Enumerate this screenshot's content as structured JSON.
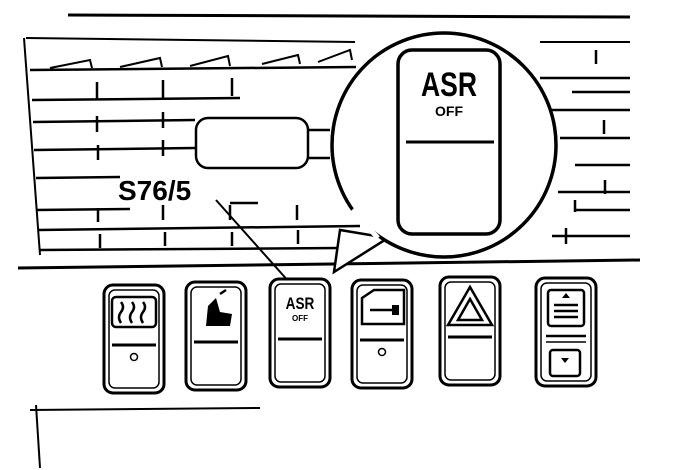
{
  "callout": {
    "part_label": "S76/5"
  },
  "zoom": {
    "button_label": "ASR",
    "button_sublabel": "OFF"
  },
  "switches": [
    {
      "name": "rear-window-defroster",
      "icon": "rear-defrost-icon",
      "has_indicator": true,
      "label": "",
      "sublabel": ""
    },
    {
      "name": "seat-heater",
      "icon": "seat-heater-icon",
      "has_indicator": false,
      "label": "",
      "sublabel": ""
    },
    {
      "name": "asr-off",
      "icon": "",
      "has_indicator": false,
      "label": "ASR",
      "sublabel": "OFF"
    },
    {
      "name": "trunk-lock",
      "icon": "trunk-lock-icon",
      "has_indicator": true,
      "label": "",
      "sublabel": ""
    },
    {
      "name": "hazard-warning",
      "icon": "hazard-triangle-icon",
      "has_indicator": false,
      "label": "",
      "sublabel": ""
    },
    {
      "name": "sunshade-rocker",
      "icon": "rear-sunshade-icon",
      "has_indicator": false,
      "label": "",
      "sublabel": ""
    }
  ],
  "colors": {
    "ink": "#000000",
    "paper": "#ffffff"
  }
}
